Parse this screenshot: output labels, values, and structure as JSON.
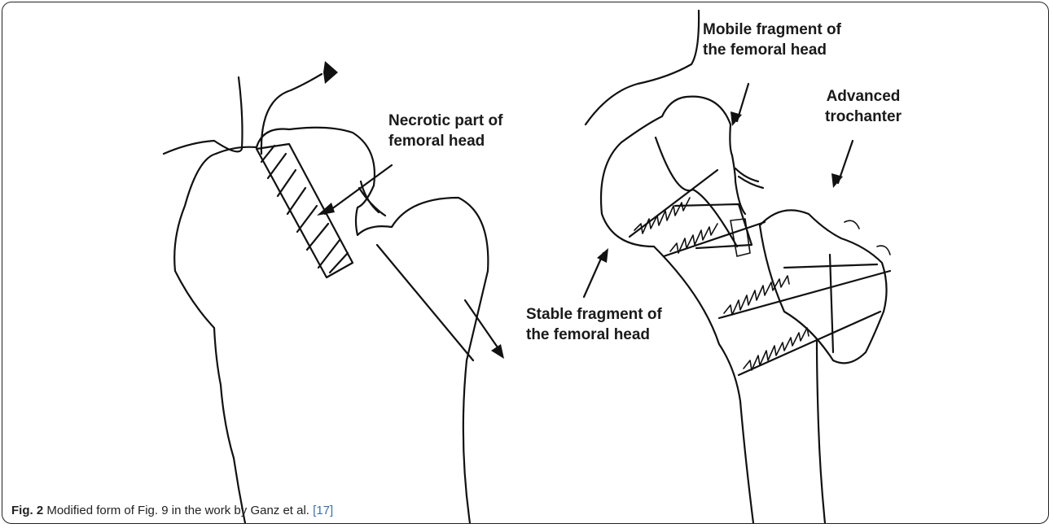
{
  "annotations": {
    "necrotic": "Necrotic part of\nfemoral head",
    "mobile": "Mobile fragment of\nthe femoral head",
    "advanced": "Advanced\ntrochanter",
    "stable": "Stable fragment of\nthe femoral head"
  },
  "caption": {
    "label": "Fig. 2",
    "text": " Modified form of Fig. 9 in the work by Ganz et al. ",
    "ref": "[17]"
  }
}
